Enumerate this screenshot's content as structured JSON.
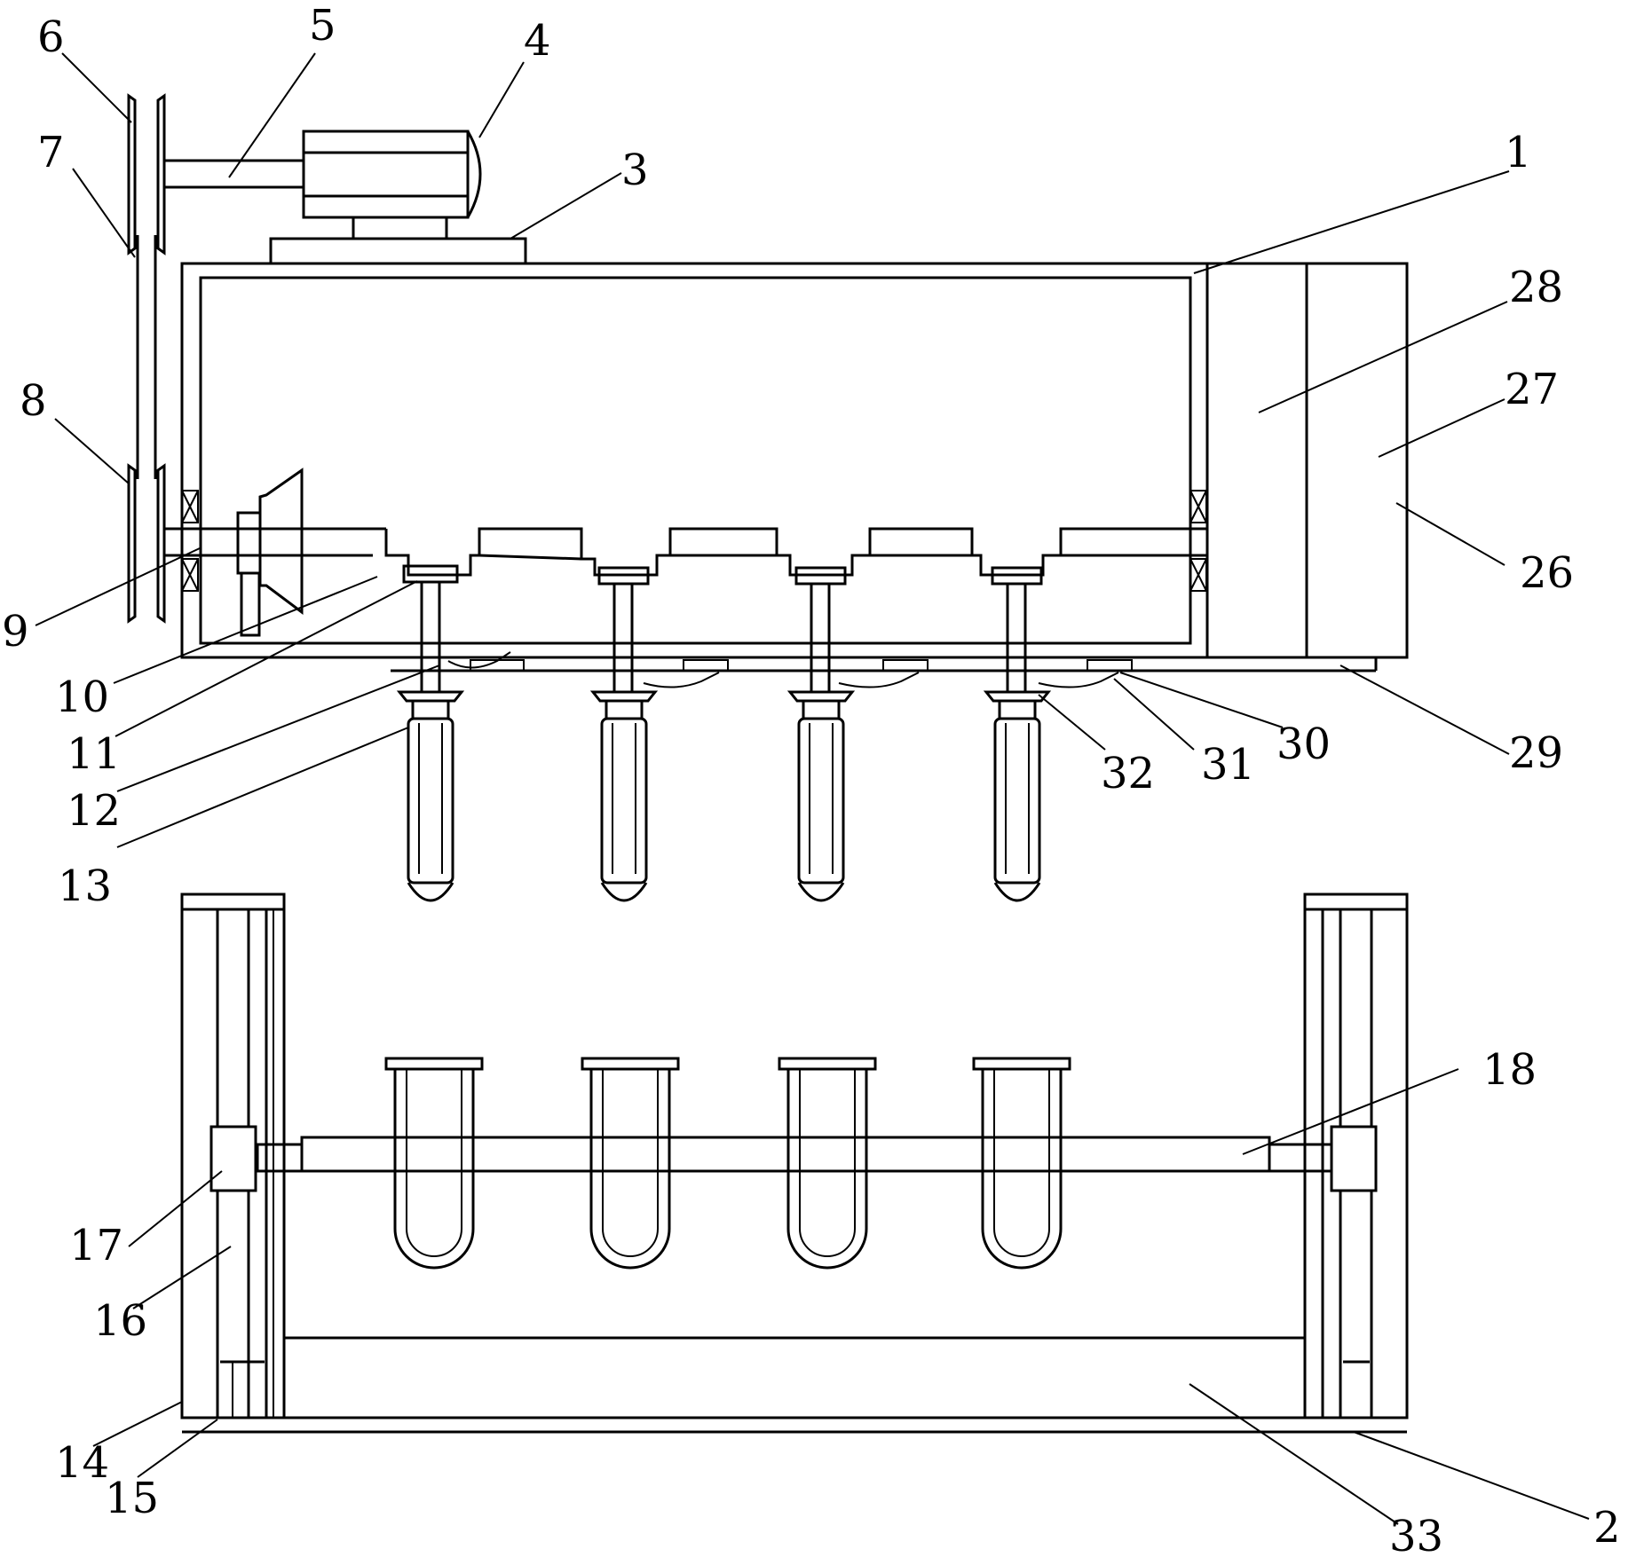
{
  "labels": {
    "l1": "1",
    "l2": "2",
    "l3": "3",
    "l4": "4",
    "l5": "5",
    "l6": "6",
    "l7": "7",
    "l8": "8",
    "l9": "9",
    "l10": "10",
    "l11": "11",
    "l12": "12",
    "l13": "13",
    "l14": "14",
    "l15": "15",
    "l16": "16",
    "l17": "17",
    "l18": "18",
    "l26": "26",
    "l27": "27",
    "l28": "28",
    "l29": "29",
    "l30": "30",
    "l31": "31",
    "l32": "32",
    "l33": "33"
  },
  "colors": {
    "line": "#000000",
    "background": "#ffffff"
  }
}
